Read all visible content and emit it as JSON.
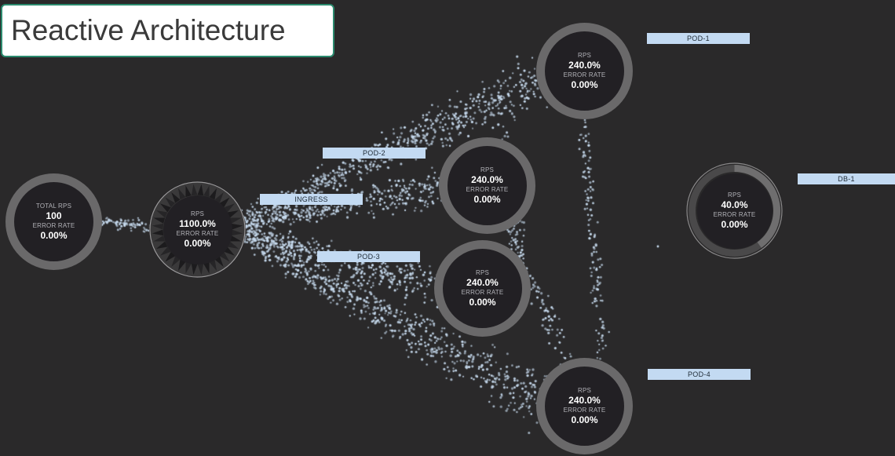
{
  "title": "Reactive Architecture",
  "labels": {
    "pod1": "POD-1",
    "pod2": "POD-2",
    "pod3": "POD-3",
    "pod4": "POD-4",
    "ingress": "INGRESS",
    "db1": "DB-1"
  },
  "nodes": {
    "total": {
      "metric_label": "TOTAL RPS",
      "metric_value": "100",
      "error_label": "ERROR RATE",
      "error_value": "0.00%"
    },
    "ingress": {
      "metric_label": "RPS",
      "metric_value": "1100.0%",
      "error_label": "ERROR RATE",
      "error_value": "0.00%"
    },
    "pod1": {
      "metric_label": "RPS",
      "metric_value": "240.0%",
      "error_label": "ERROR RATE",
      "error_value": "0.00%"
    },
    "pod2": {
      "metric_label": "RPS",
      "metric_value": "240.0%",
      "error_label": "ERROR RATE",
      "error_value": "0.00%"
    },
    "pod3": {
      "metric_label": "RPS",
      "metric_value": "240.0%",
      "error_label": "ERROR RATE",
      "error_value": "0.00%"
    },
    "pod4": {
      "metric_label": "RPS",
      "metric_value": "240.0%",
      "error_label": "ERROR RATE",
      "error_value": "0.00%"
    },
    "db1": {
      "metric_label": "RPS",
      "metric_value": "40.0%",
      "error_label": "ERROR RATE",
      "error_value": "0.00%",
      "load_fraction": 0.4
    }
  },
  "colors": {
    "background": "#2a292a",
    "ring": "#6a696a",
    "node_fill": "#222024",
    "particle": "#c8dcf0",
    "tag": "#c3daf2",
    "title_border": "#2b8a6e"
  }
}
